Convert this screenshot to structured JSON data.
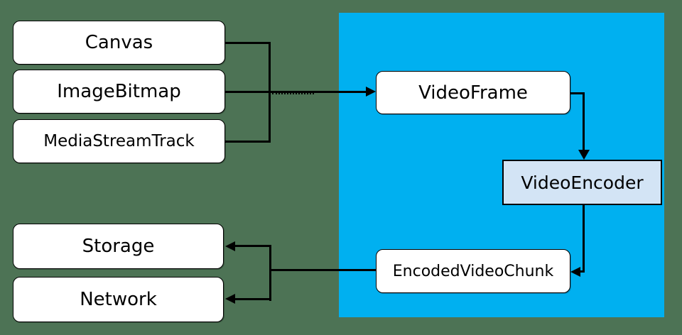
{
  "colors": {
    "background": "#4d7355",
    "panel": "#00b0f0",
    "node_fill": "#ffffff",
    "encoder_fill": "#d3e4f5",
    "line": "#000000",
    "text": "#000000"
  },
  "nodes": {
    "canvas": {
      "label": "Canvas"
    },
    "image_bitmap": {
      "label": "ImageBitmap"
    },
    "media_stream_track": {
      "label": "MediaStreamTrack"
    },
    "video_frame": {
      "label": "VideoFrame"
    },
    "video_encoder": {
      "label": "VideoEncoder"
    },
    "encoded_video_chunk": {
      "label": "EncodedVideoChunk"
    },
    "storage": {
      "label": "Storage"
    },
    "network": {
      "label": "Network"
    }
  },
  "edges": [
    {
      "from": "canvas",
      "to": "video_frame"
    },
    {
      "from": "image_bitmap",
      "to": "video_frame"
    },
    {
      "from": "media_stream_track",
      "to": "video_frame"
    },
    {
      "from": "video_frame",
      "to": "video_encoder"
    },
    {
      "from": "video_encoder",
      "to": "encoded_video_chunk"
    },
    {
      "from": "encoded_video_chunk",
      "to": "storage"
    },
    {
      "from": "encoded_video_chunk",
      "to": "network"
    }
  ]
}
